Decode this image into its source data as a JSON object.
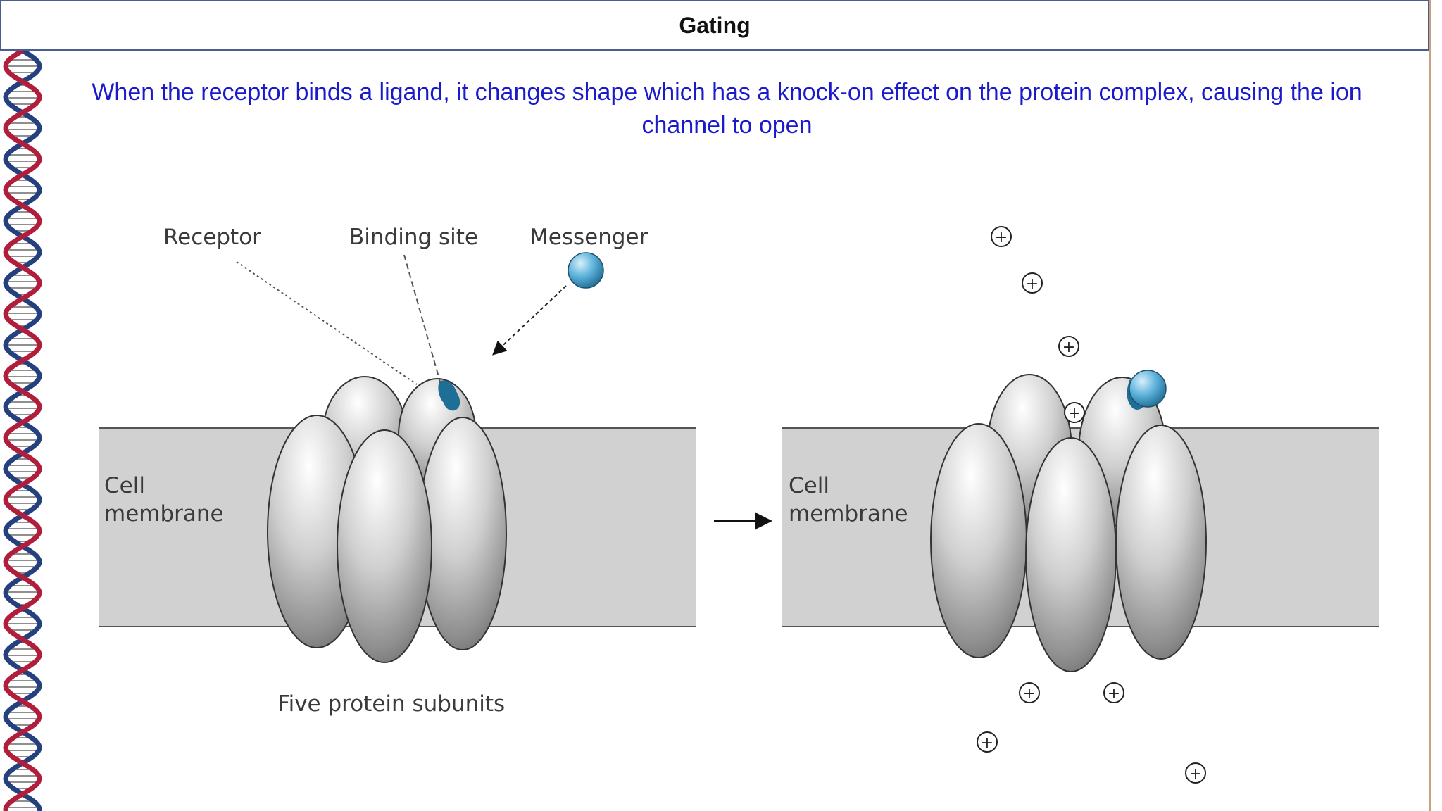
{
  "slide": {
    "title": "Gating",
    "subtitle": "When the receptor binds a ligand, it changes shape which has a knock-on effect on the protein complex, causing the ion channel to open"
  },
  "diagram": {
    "closed_state": {
      "labels": {
        "receptor": "Receptor",
        "binding_site": "Binding site",
        "messenger": "Messenger",
        "membrane_line1": "Cell",
        "membrane_line2": "membrane",
        "subunits": "Five protein subunits"
      }
    },
    "open_state": {
      "labels": {
        "membrane_line1": "Cell",
        "membrane_line2": "membrane"
      },
      "ion_symbol": "+"
    }
  },
  "colors": {
    "title_border": "#4a5d8f",
    "subtitle_text": "#1a1acc",
    "membrane": "#d1d1d1",
    "messenger": "#5fb3dc",
    "binding_site": "#1f6e95",
    "dna_red": "#b01e3c",
    "dna_blue": "#24407f"
  }
}
